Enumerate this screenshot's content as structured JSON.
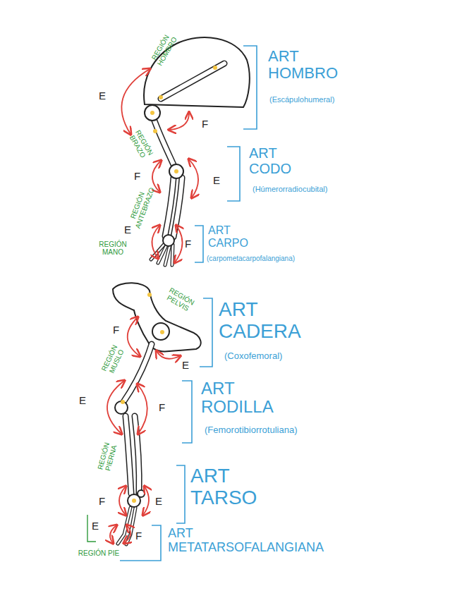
{
  "diagram": {
    "labels": [
      "REGIÓN HOMBRO",
      "E",
      "F",
      "ART HOMBRO",
      "(Escápulohumeral)",
      "REGIÓN BRAZO",
      "F",
      "E",
      "ART CODO",
      "(Húmerorradiocubital)",
      "REGIÓN ANTEBRAZO",
      "E",
      "REGIÓN MANO",
      "F",
      "ART CARPO",
      "(carpometacarpofalangiana)",
      "REGIÓN PELVIS",
      "ART CADERA",
      "(Coxofemoral)",
      "F",
      "E",
      "REGIÓN MUSLO",
      "E",
      "F",
      "ART RODILLA",
      "(Femorotibiorrotuliana)",
      "REGIÓN PIERNA",
      "ART TARSO",
      "F",
      "E",
      "E",
      "F",
      "REGIÓN PIE",
      "ART METATARSOFALANGIANA"
    ]
  }
}
